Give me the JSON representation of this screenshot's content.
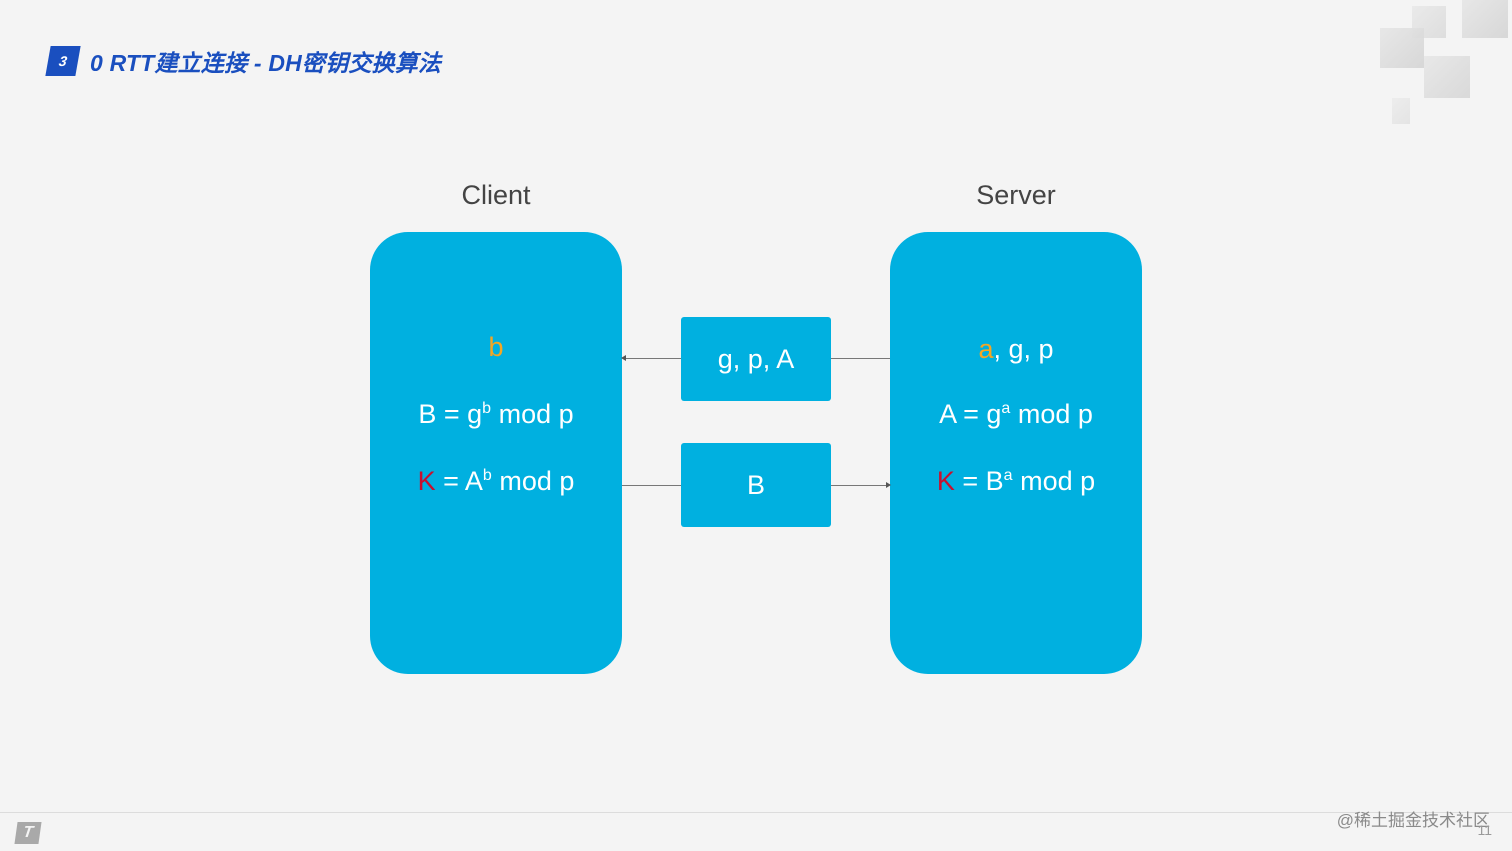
{
  "header": {
    "section_number": "3",
    "title": "0 RTT建立连接 - DH密钥交换算法"
  },
  "client": {
    "label": "Client",
    "line1": {
      "secret": "b"
    },
    "line2": {
      "lhs": "B = g",
      "exp": "b",
      "rhs": " mod p"
    },
    "line3": {
      "key": "K",
      "lhs": " = A",
      "exp": "b",
      "rhs": " mod p"
    }
  },
  "server": {
    "label": "Server",
    "line1": {
      "secret": "a",
      "rest": ", g, p"
    },
    "line2": {
      "lhs": "A = g",
      "exp": "a",
      "rhs": " mod p"
    },
    "line3": {
      "key": "K",
      "lhs": " = B",
      "exp": "a",
      "rhs": " mod p"
    }
  },
  "messages": {
    "server_to_client": "g, p, A",
    "client_to_server": "B"
  },
  "footer": {
    "logo_glyph": "T",
    "watermark": "@稀土掘金技术社区",
    "page_number": "11"
  },
  "colors": {
    "accent_blue": "#1a4fbf",
    "box_cyan": "#00b0e0",
    "secret_orange": "#f5a623",
    "key_red": "#c8102e"
  }
}
